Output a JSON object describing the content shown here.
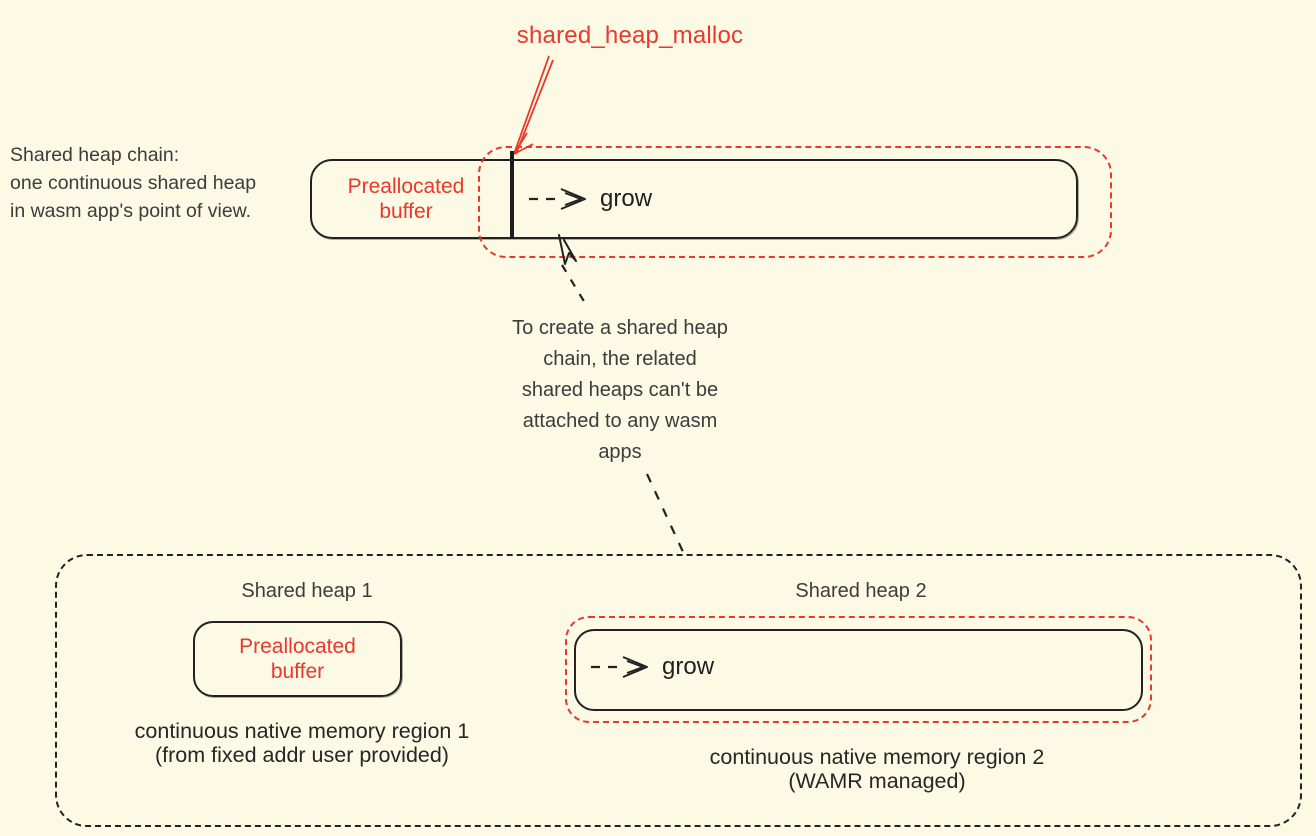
{
  "palette": {
    "background": "#FCF9E5",
    "accent_red": "#E8392C",
    "ink_black": "#1F1F1F",
    "note_gray": "#3C3C3C"
  },
  "top_section": {
    "malloc_label": "shared_heap_malloc",
    "chain_note_lines": [
      "Shared heap chain:",
      "one continuous shared heap",
      "in wasm app's point of view."
    ],
    "preallocated_buffer_lines": [
      "Preallocated",
      "buffer"
    ],
    "grow_label": "grow"
  },
  "middle_note_lines": [
    "To create a shared heap",
    "chain, the related",
    "shared heaps can't be",
    "attached to any wasm",
    "apps"
  ],
  "bottom_section": {
    "heap1": {
      "title": "Shared heap 1",
      "preallocated_buffer_lines": [
        "Preallocated",
        "buffer"
      ],
      "caption_lines": [
        "continuous native memory region 1",
        "(from fixed addr user provided)"
      ]
    },
    "heap2": {
      "title": "Shared heap 2",
      "grow_label": "grow",
      "caption_lines": [
        "continuous native memory region 2",
        "(WAMR managed)"
      ]
    }
  }
}
